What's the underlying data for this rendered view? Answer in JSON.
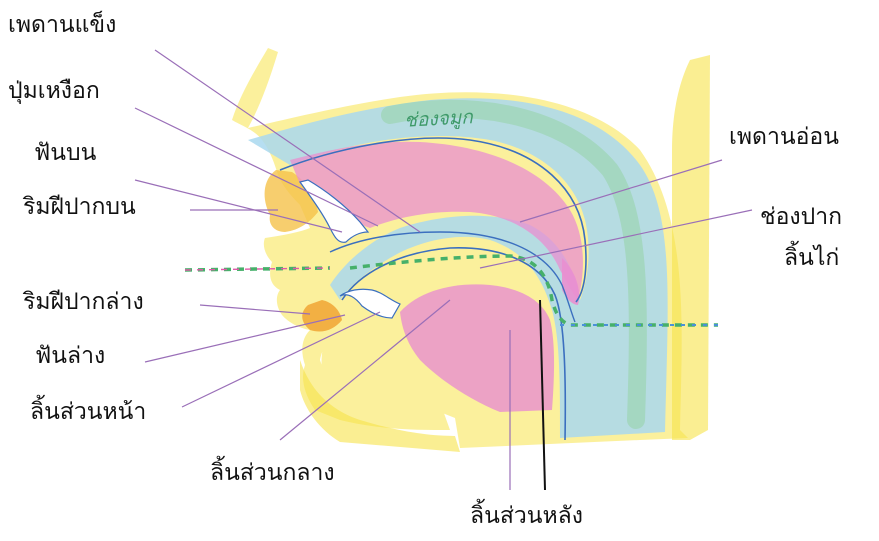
{
  "labels": {
    "hard_palate": "เพดานแข็ง",
    "alveolar_ridge": "ปุ่มเหงือก",
    "upper_teeth": "ฟันบน",
    "upper_lip": "ริมฝีปากบน",
    "lower_lip": "ริมฝีปากล่าง",
    "lower_teeth": "ฟันล่าง",
    "tongue_tip": "ลิ้นส่วนหน้า",
    "tongue_middle": "ลิ้นส่วนกลาง",
    "tongue_back": "ลิ้นส่วนหลัง",
    "soft_palate": "เพดานอ่อน",
    "oral_cavity": "ช่องปาก",
    "uvula": "ลิ้นไก่",
    "nasal_cavity": "ช่องจมูก"
  },
  "colors": {
    "skin": "#f7e34a",
    "nasal_passage": "#a9d8ef",
    "palate": "#e98fd0",
    "tongue": "#e98fd0",
    "airflow_green": "#46b06a",
    "airflow_blue": "#4a90d9",
    "leader_line": "#9a6fb8"
  }
}
